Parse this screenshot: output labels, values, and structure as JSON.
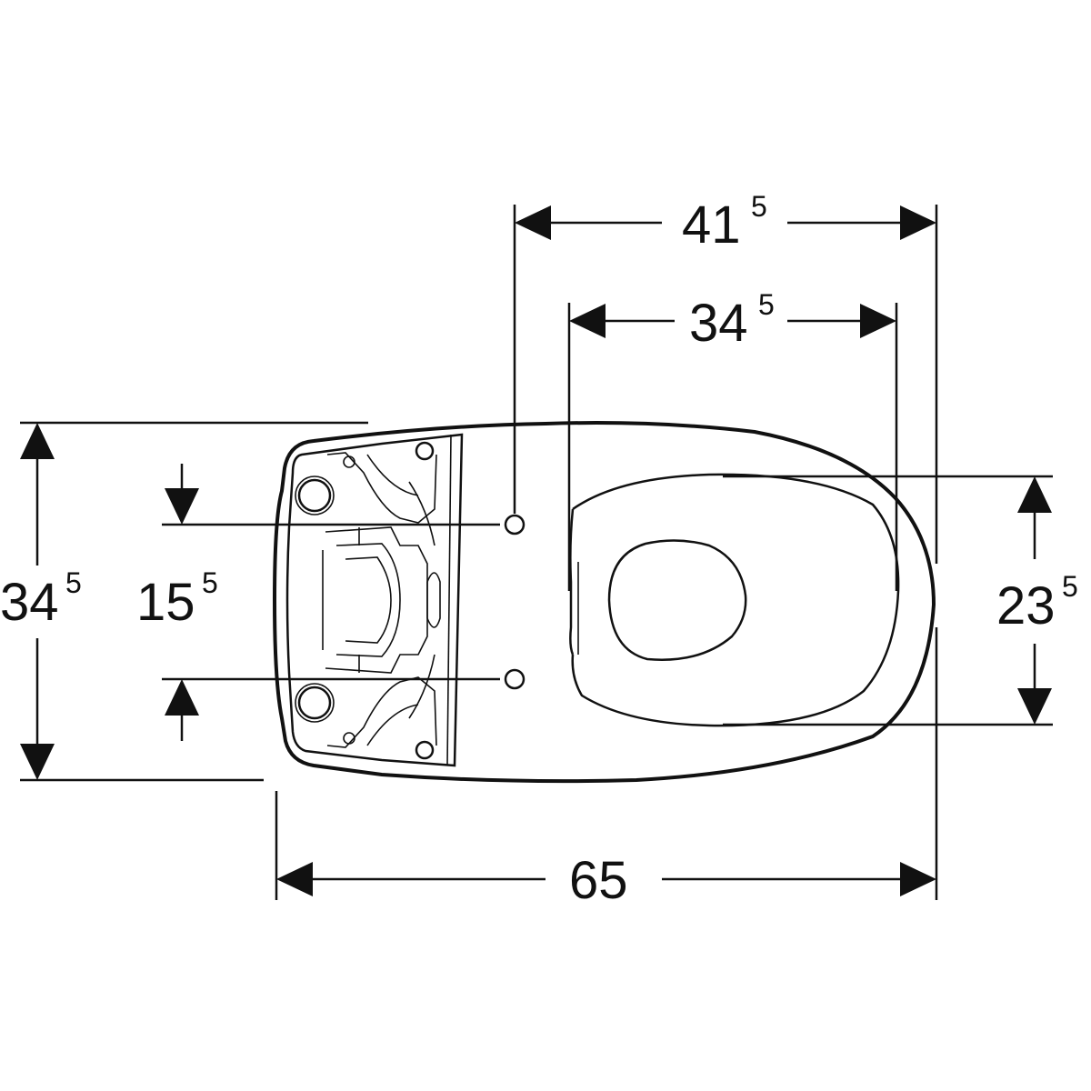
{
  "dimensions": {
    "overall_length": {
      "main": "65",
      "sup": ""
    },
    "fixing_holes_to_front": {
      "main": "41",
      "sup": "5"
    },
    "seat_length": {
      "main": "34",
      "sup": "5"
    },
    "overall_width": {
      "main": "34",
      "sup": "5"
    },
    "fixing_hole_spacing": {
      "main": "15",
      "sup": "5"
    },
    "seat_opening_width": {
      "main": "23",
      "sup": "5"
    }
  },
  "colors": {
    "line": "#111111",
    "background": "#ffffff"
  }
}
